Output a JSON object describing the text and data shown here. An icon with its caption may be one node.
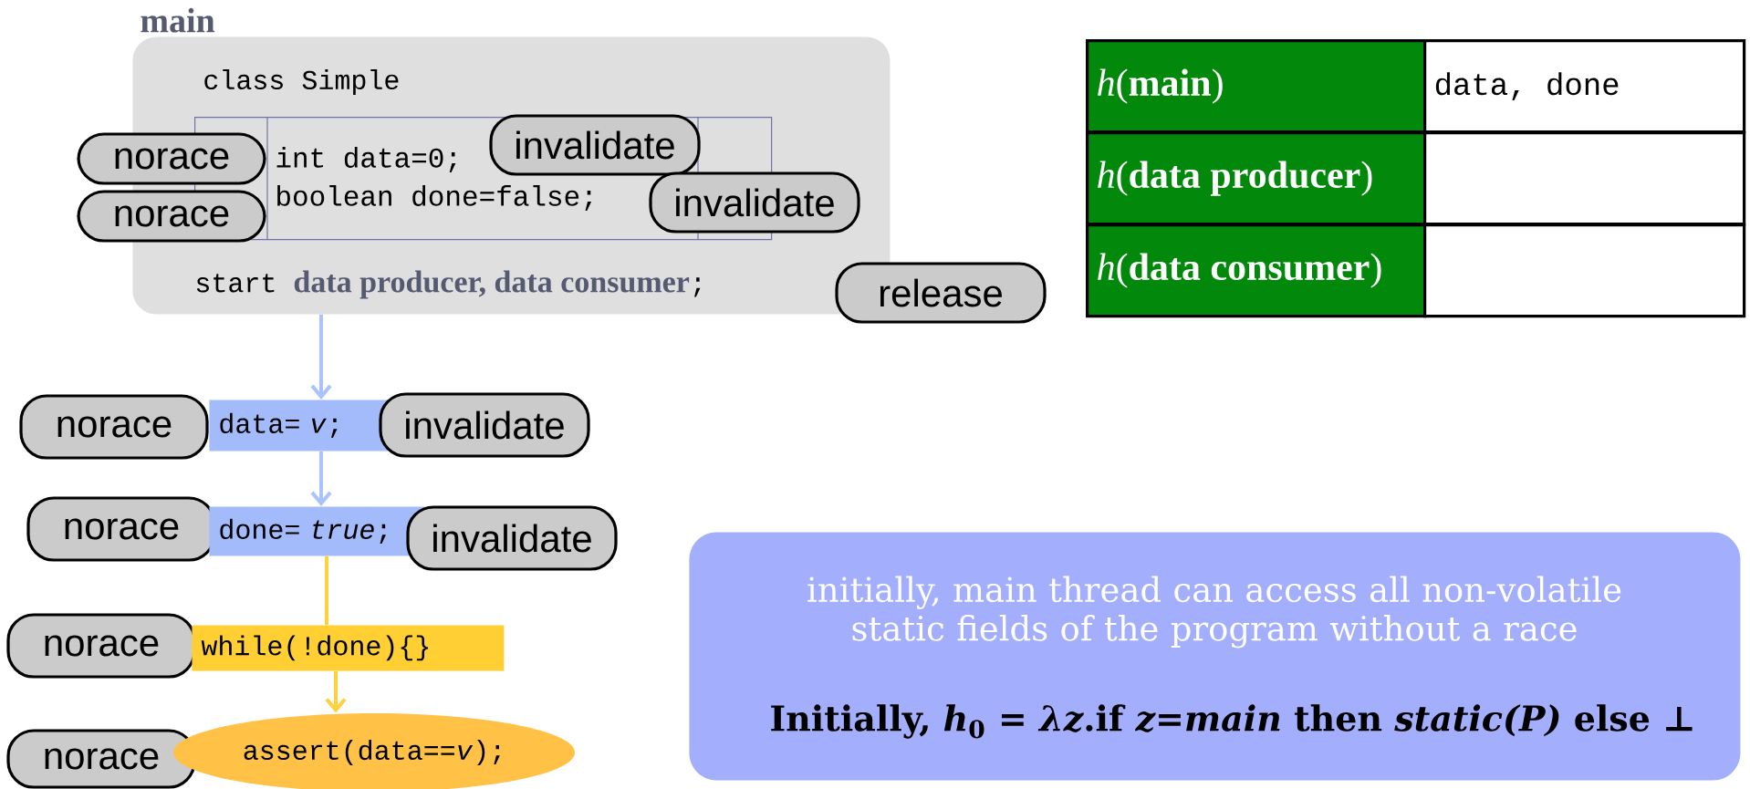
{
  "diagram": {
    "nodes": [
      {
        "text": [
          "main",
          "class Simple",
          "start **data producer, data consumer**;"
        ]
      },
      {
        "text": [
          "int data=0;",
          "boolean done=false;"
        ],
        "in": 0
      },
      {
        "text": [
          "norace"
        ]
      },
      {
        "text": [
          "norace"
        ]
      },
      {
        "text": [
          "invalidate"
        ],
        "in": 1
      },
      {
        "text": [
          "invalidate"
        ],
        "in": 0
      },
      {
        "text": [
          "release"
        ]
      },
      {
        "text": [
          "norace"
        ]
      },
      {
        "text": [
          "data= *v*;"
        ]
      },
      {
        "text": [
          "invalidate"
        ]
      },
      {
        "text": [
          "norace"
        ]
      },
      {
        "text": [
          "done= *true*;"
        ]
      },
      {
        "text": [
          "invalidate"
        ]
      },
      {
        "text": [
          "norace"
        ]
      },
      {
        "text": [
          "while(!done){}"
        ]
      },
      {
        "text": [
          "norace"
        ]
      },
      {
        "text": [
          "assert(data==*v*);"
        ]
      },
      {
        "text": [
          "initially, main thread can access all non-volatile static fields of the program without a race",
          "Initially, *h*$_{0}$ *= λz*.if *z=main* then *static(P)* else ⊥"
        ]
      }
    ],
    "edges": [
      {
        "from": 0,
        "to": 8,
        "arrow": "to",
        "color": "#a9c3ff"
      },
      {
        "from": 8,
        "to": 11,
        "arrow": "to",
        "color": "#a9c3ff"
      },
      {
        "from": 11,
        "to": 14,
        "arrow": "none",
        "color": "#ffd23c"
      },
      {
        "from": 14,
        "to": 16,
        "arrow": "to",
        "color": "#ffd23c"
      }
    ],
    "labels": [
      "*h*(**main**)",
      "data, done",
      "*h*(**data producer**)",
      "*h*(**data consumer**)"
    ]
  }
}
